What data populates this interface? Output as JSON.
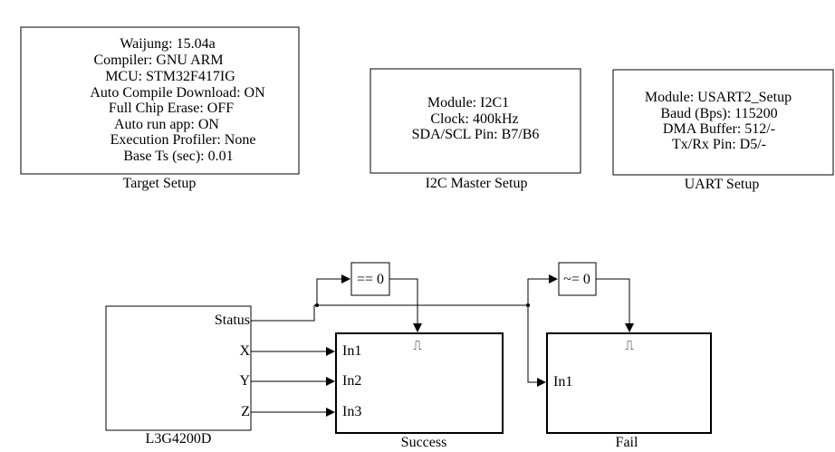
{
  "target_setup": {
    "lines": [
      "Waijung: 15.04a",
      "Compiler: GNU ARM",
      "MCU: STM32F417IG",
      "Auto Compile Download: ON",
      "Full Chip Erase: OFF",
      "Auto run app: ON",
      "Execution Profiler: None",
      "Base Ts (sec): 0.01"
    ],
    "caption": "Target Setup"
  },
  "i2c_setup": {
    "lines": [
      "Module: I2C1",
      "Clock: 400kHz",
      "SDA/SCL Pin: B7/B6"
    ],
    "caption": "I2C Master Setup"
  },
  "uart_setup": {
    "lines": [
      "Module: USART2_Setup",
      "Baud (Bps): 115200",
      "DMA Buffer: 512/-",
      "Tx/Rx Pin: D5/-"
    ],
    "caption": "UART Setup"
  },
  "sensor": {
    "caption": "L3G4200D",
    "ports": [
      "Status",
      "X",
      "Y",
      "Z"
    ]
  },
  "compare_zero": {
    "label": "== 0"
  },
  "compare_nonzero": {
    "label": "~= 0"
  },
  "success": {
    "caption": "Success",
    "trigger_symbol": "⎍",
    "ports": [
      "In1",
      "In2",
      "In3"
    ]
  },
  "fail": {
    "caption": "Fail",
    "trigger_symbol": "⎍",
    "ports": [
      "In1"
    ]
  }
}
